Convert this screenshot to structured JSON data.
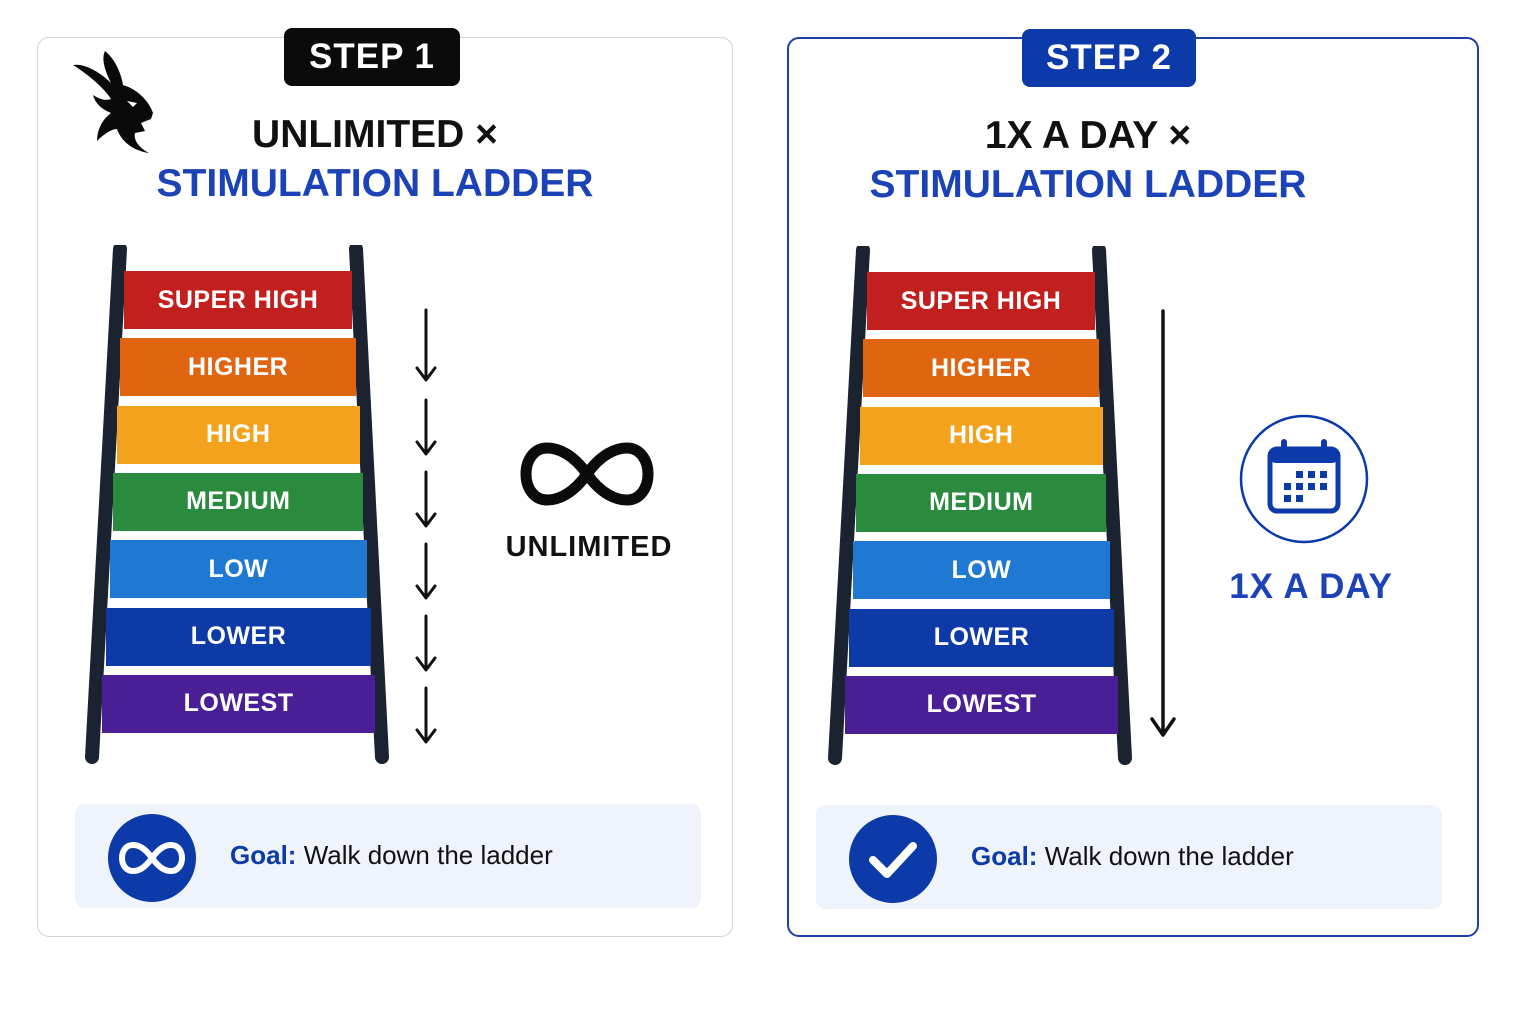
{
  "steps": [
    {
      "badge": "STEP 1",
      "title_line1": "UNLIMITED ×",
      "title_line2": "STIMULATION LADDER",
      "side_label": "UNLIMITED",
      "side_icon": "infinity-icon",
      "goal_icon": "infinity-circle-icon",
      "goal_key": "Goal:",
      "goal_text": "Walk down the ladder"
    },
    {
      "badge": "STEP 2",
      "title_line1": "1X A DAY ×",
      "title_line2": "STIMULATION LADDER",
      "side_label": "1X A DAY",
      "side_icon": "calendar-icon",
      "goal_icon": "checkmark-circle-icon",
      "goal_key": "Goal:",
      "goal_text": "Walk down the ladder"
    }
  ],
  "ladder": {
    "rungs": [
      {
        "label": "SUPER HIGH",
        "color": "#c1201f"
      },
      {
        "label": "HIGHER",
        "color": "#e06510"
      },
      {
        "label": "HIGH",
        "color": "#f2a21c"
      },
      {
        "label": "MEDIUM",
        "color": "#2a8a3d"
      },
      {
        "label": "LOW",
        "color": "#1f78d1"
      },
      {
        "label": "LOWER",
        "color": "#0d3aa6"
      },
      {
        "label": "LOWEST",
        "color": "#4a1f96"
      }
    ],
    "rail_color": "#1b2230"
  },
  "colors": {
    "accent_blue": "#0c3aa8",
    "title_blue": "#1b42b6",
    "dark": "#111111"
  }
}
